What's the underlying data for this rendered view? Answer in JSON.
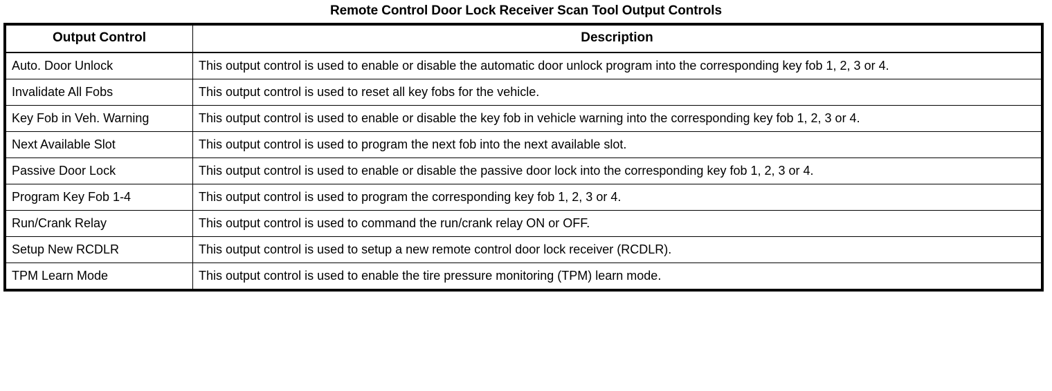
{
  "document": {
    "title": "Remote Control Door Lock Receiver Scan Tool Output Controls"
  },
  "table": {
    "columns": [
      {
        "key": "output_control",
        "label": "Output Control"
      },
      {
        "key": "description",
        "label": "Description"
      }
    ],
    "rows": [
      {
        "output_control": "Auto. Door Unlock",
        "description": "This output control is used to enable or disable the automatic door unlock program into the corresponding key fob 1, 2, 3 or 4.",
        "control_valign": "middle",
        "lines": 2
      },
      {
        "output_control": "Invalidate All Fobs",
        "description": "This output control is used to reset all key fobs for the vehicle.",
        "control_valign": "middle",
        "lines": 1
      },
      {
        "output_control": "Key Fob in Veh. Warning",
        "description": "This output control is used to enable or disable the key fob in vehicle warning into the corresponding key fob 1, 2, 3 or 4.",
        "control_valign": "top",
        "lines": 2
      },
      {
        "output_control": "Next Available Slot",
        "description": "This output control is used to program the next fob into the next available slot.",
        "control_valign": "middle",
        "lines": 1
      },
      {
        "output_control": "Passive Door Lock",
        "description": "This output control is used to enable or disable the passive door lock into the corresponding key fob 1, 2, 3 or 4.",
        "control_valign": "middle",
        "lines": 2
      },
      {
        "output_control": "Program Key Fob 1-4",
        "description": "This output control is used to program the corresponding key fob 1, 2, 3 or 4.",
        "control_valign": "middle",
        "lines": 1
      },
      {
        "output_control": "Run/Crank Relay",
        "description": "This output control is used to command the run/crank relay ON or OFF.",
        "control_valign": "middle",
        "lines": 1
      },
      {
        "output_control": "Setup New RCDLR",
        "description": "This output control is used to setup a new remote control door lock receiver (RCDLR).",
        "control_valign": "middle",
        "lines": 1
      },
      {
        "output_control": "TPM Learn Mode",
        "description": "This output control is used to enable the tire pressure monitoring (TPM) learn mode.",
        "control_valign": "middle",
        "lines": 1
      }
    ]
  },
  "colors": {
    "text": "#000000",
    "background": "#ffffff",
    "border": "#000000"
  }
}
